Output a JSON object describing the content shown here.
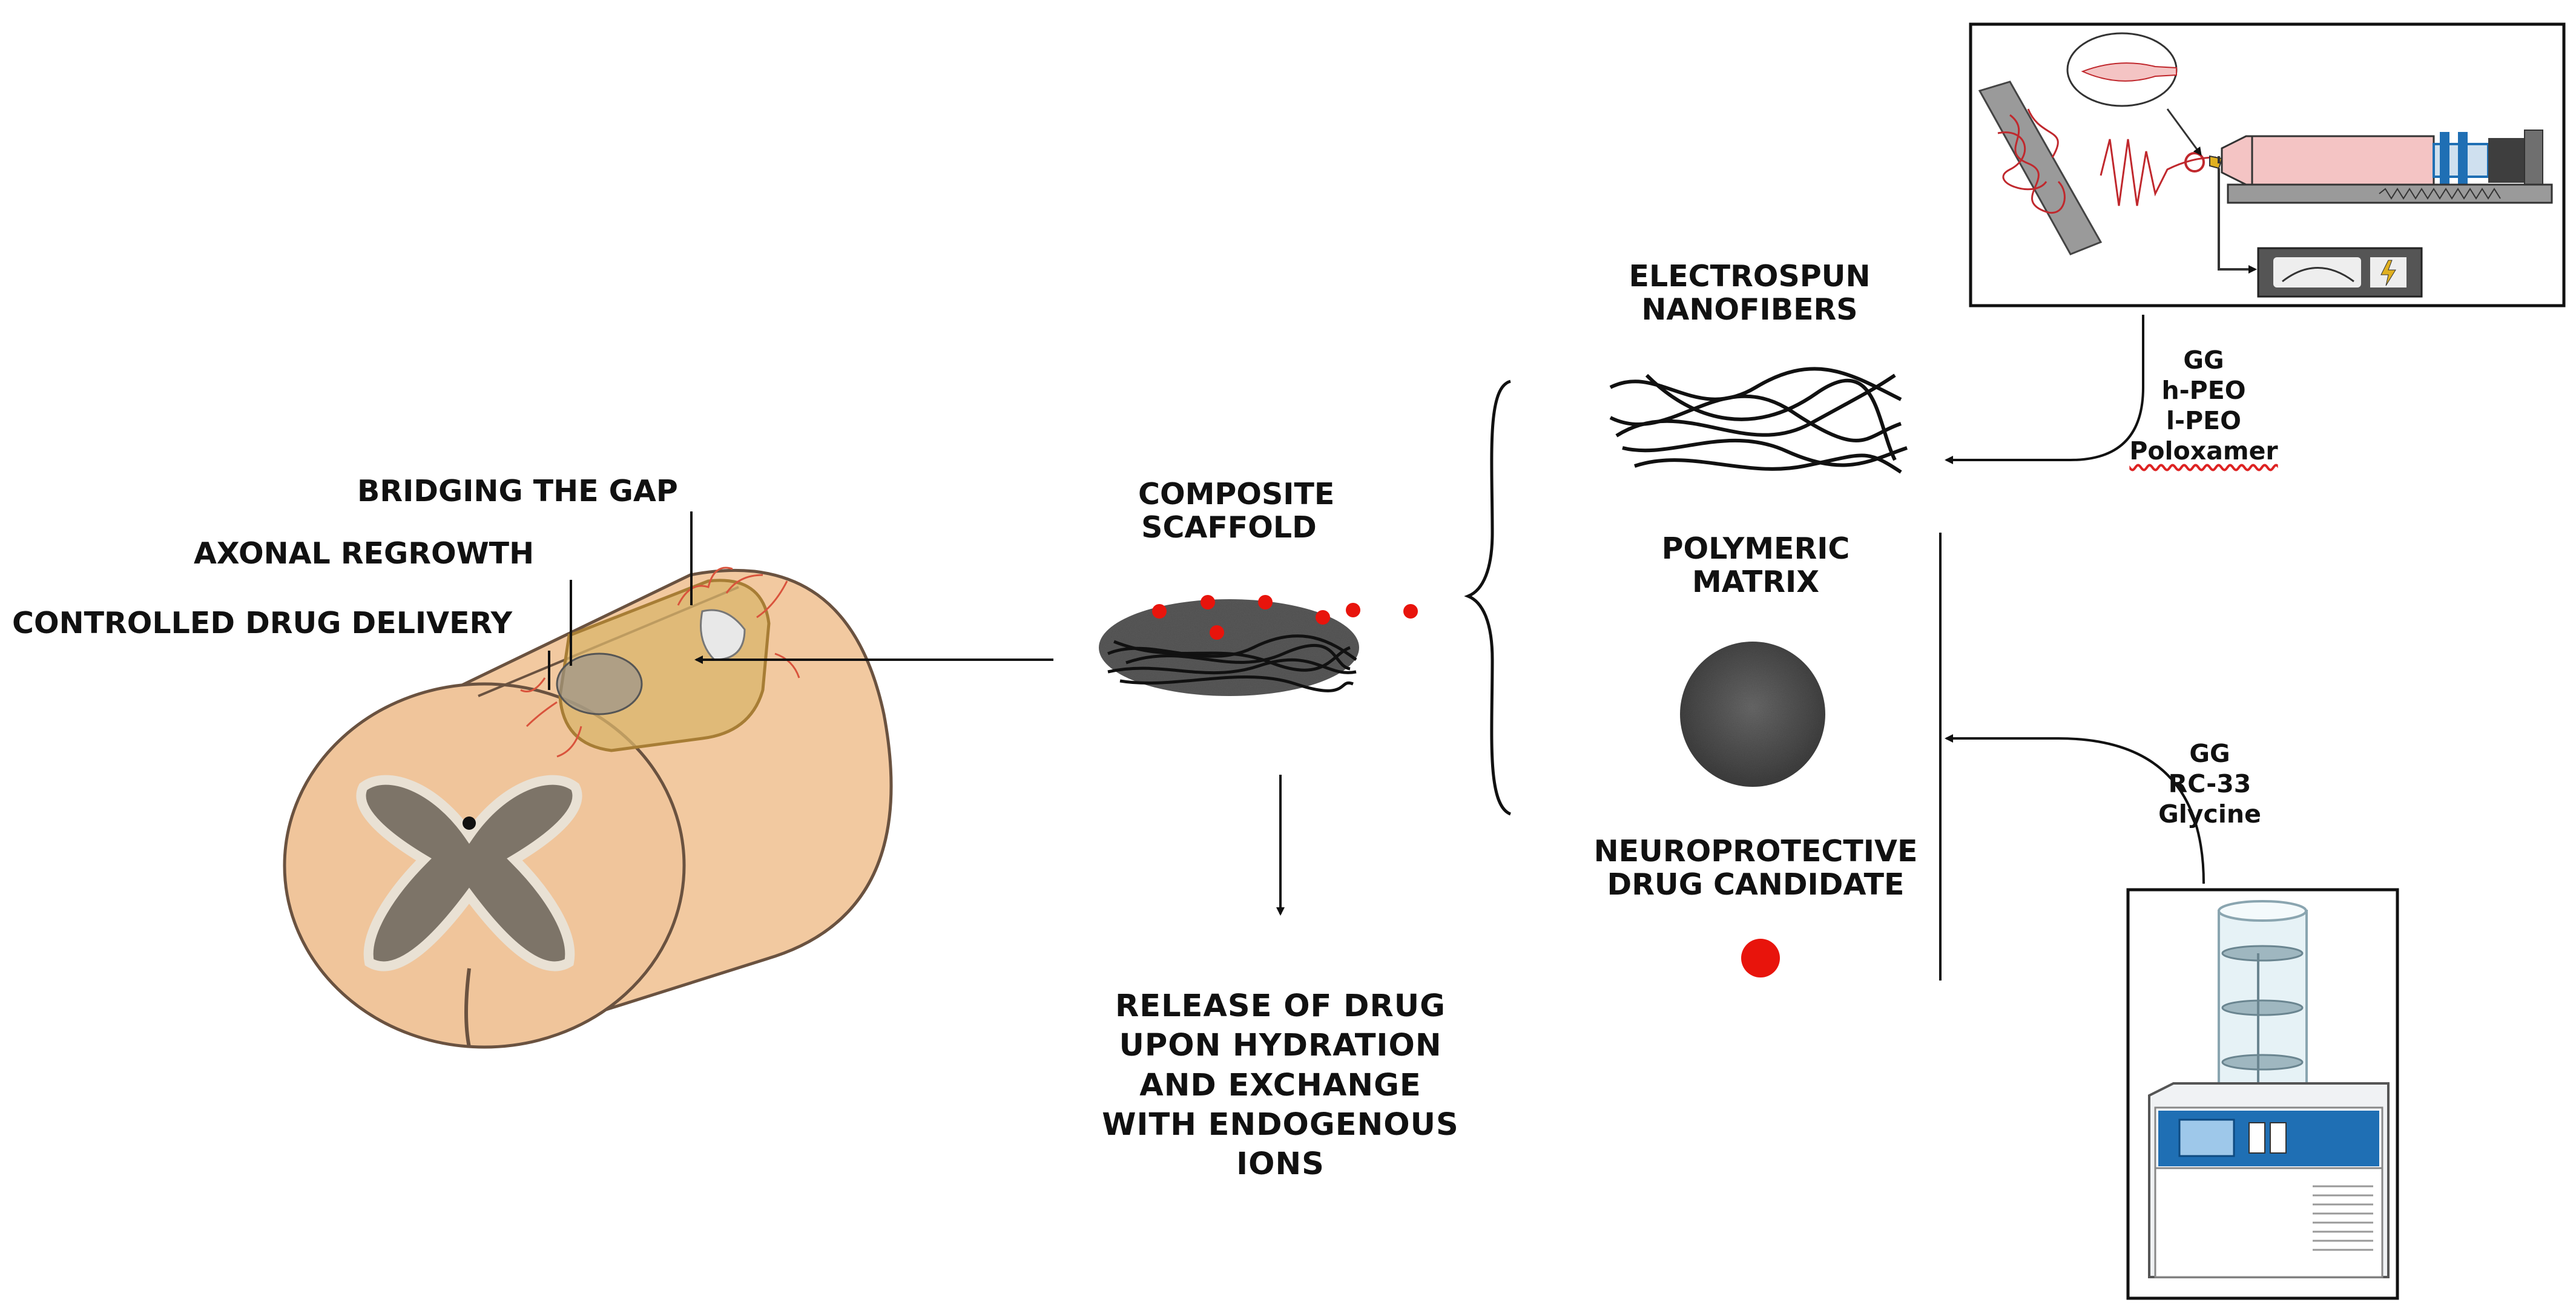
{
  "spinal_labels": {
    "bridging": "BRIDGING THE GAP",
    "axonal": "AXONAL REGROWTH",
    "controlled": "CONTROLLED DRUG DELIVERY"
  },
  "composite": {
    "line1": "COMPOSITE",
    "line2": "SCAFFOLD"
  },
  "release": {
    "line1": "RELEASE OF DRUG",
    "line2": "UPON HYDRATION",
    "line3": "AND EXCHANGE",
    "line4": "WITH ENDOGENOUS",
    "line5": "IONS"
  },
  "electrospun": {
    "line1": "ELECTROSPUN",
    "line2": "NANOFIBERS"
  },
  "polymeric": {
    "line1": "POLYMERIC",
    "line2": "MATRIX"
  },
  "neuro": {
    "line1": "NEUROPROTECTIVE",
    "line2": "DRUG CANDIDATE"
  },
  "electrospin_reagents": [
    "GG",
    "h-PEO",
    "l-PEO",
    "Poloxamer"
  ],
  "freeze_reagents": [
    "GG",
    "RC-33",
    "Glycine"
  ],
  "colors": {
    "tissue": "#f2c9a0",
    "grey_matter": "#7d7468",
    "scaffold": "#555555",
    "drug": "#e8140c",
    "syringe": "#f4c4c4",
    "freeze_dryer": "#1f6fb4"
  }
}
